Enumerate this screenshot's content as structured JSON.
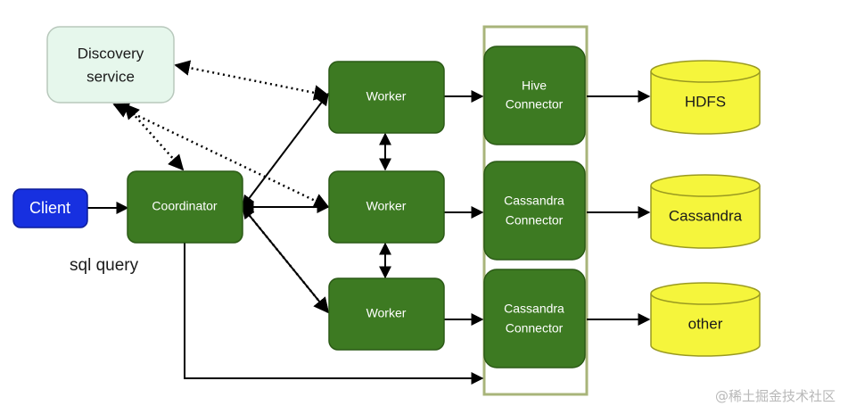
{
  "nodes": {
    "discovery": {
      "line1": "Discovery",
      "line2": "service"
    },
    "client": "Client",
    "coordinator": "Coordinator",
    "worker1": "Worker",
    "worker2": "Worker",
    "worker3": "Worker",
    "connector1": {
      "line1": "Hive",
      "line2": "Connector"
    },
    "connector2": {
      "line1": "Cassandra",
      "line2": "Connector"
    },
    "connector3": {
      "line1": "Cassandra",
      "line2": "Connector"
    },
    "store1": "HDFS",
    "store2": "Cassandra",
    "store3": "other"
  },
  "labels": {
    "sql_query": "sql query"
  },
  "watermark": "@稀土掘金技术社区",
  "colors": {
    "green": "#3d7a22",
    "discovery_fill": "#e6f7ec",
    "client_fill": "#1730e0",
    "cylinder_fill": "#f5f53c",
    "frame_stroke": "#a8b47a"
  }
}
